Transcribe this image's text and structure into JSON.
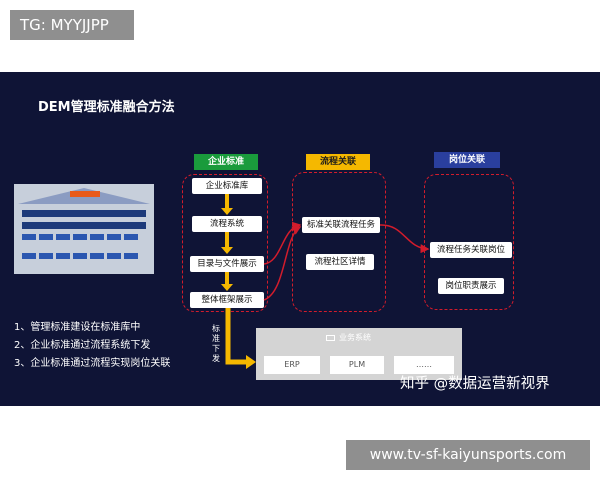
{
  "watermark_top": "TG: MYYJJPP",
  "watermark_bottom": "www.tv-sf-kaiyunsports.com",
  "panel": {
    "title": "DEM管理标准融合方法",
    "columns": [
      {
        "header": "企业标准",
        "color": "#1a9b3c"
      },
      {
        "header": "流程关联",
        "color": "#f5b800"
      },
      {
        "header": "岗位关联",
        "color": "#2a3f9e"
      }
    ],
    "col1_boxes": [
      "企业标准库",
      "流程系统",
      "目录与文件展示",
      "整体框架展示"
    ],
    "col2_boxes": [
      "标准关联流程任务",
      "流程社区详情"
    ],
    "col3_boxes": [
      "流程任务关联岗位",
      "岗位职责展示"
    ],
    "vertical_label": "标准下发",
    "business_system": {
      "title": "业务系统",
      "systems": [
        "ERP",
        "PLM",
        "……"
      ]
    },
    "list": [
      "1、管理标准建设在标准库中",
      "2、企业标准通过流程系统下发",
      "3、企业标准通过流程实现岗位关联"
    ],
    "watermark": "知乎 @数据运营新视界"
  },
  "colors": {
    "panel_bg": "#0f1436",
    "dashed_border": "#d21c2c",
    "arrow_yellow": "#f5b800",
    "arrow_red": "#d21c2c"
  }
}
